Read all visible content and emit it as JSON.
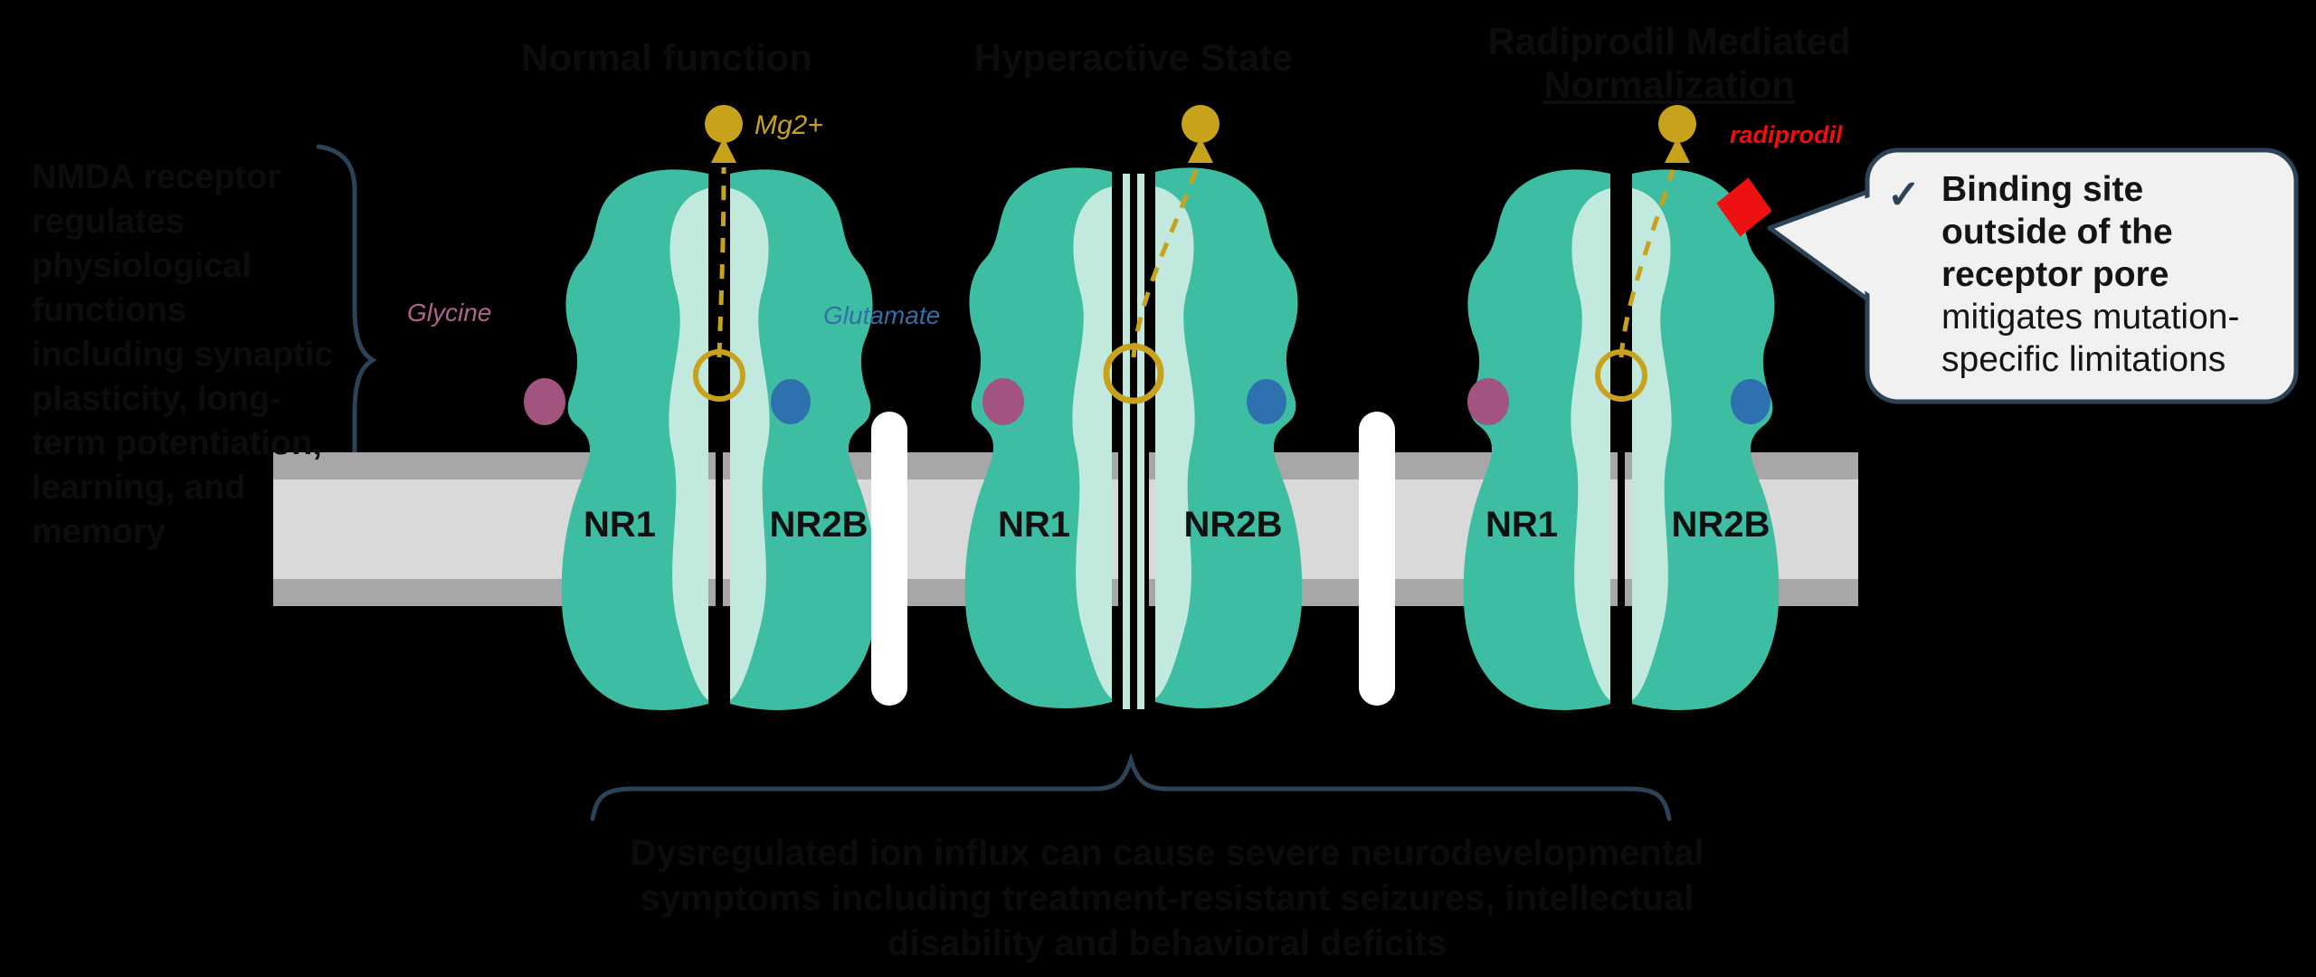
{
  "panel_headings": {
    "panel1": "Normal function",
    "panel2": "Hyperactive State",
    "panel3_line1": "Radiprodil Mediated",
    "panel3_line2": "Normalization"
  },
  "left_note": {
    "lines": [
      "NMDA receptor",
      "regulates",
      "physiological",
      "functions",
      "including synaptic",
      "plasticity, long-",
      "term potentiation,",
      "learning, and",
      "memory"
    ]
  },
  "bottom_note": {
    "lines": [
      "Dysregulated ion influx can cause severe neurodevelopmental",
      "symptoms including treatment-resistant seizures, intellectual",
      "disability and behavioral deficits"
    ]
  },
  "receptor_labels": {
    "nr1": "NR1",
    "nr2b": "NR2B"
  },
  "ligand_labels": {
    "mg": "Mg2+",
    "glycine": "Glycine",
    "glutamate": "Glutamate"
  },
  "drug": {
    "name": "radiprodil"
  },
  "callout": {
    "checkmark": "✓",
    "bold_lines": [
      "Binding site",
      "outside of the",
      "receptor pore"
    ],
    "regular_lines": [
      "mitigates mutation-",
      "specific limitations"
    ]
  },
  "colors": {
    "background": "#000000",
    "receptor_teal": "#3dbda2",
    "receptor_mint": "#c2e9de",
    "membrane_light": "#d9d9d9",
    "membrane_dark": "#a7a7a7",
    "gold": "#c9a21c",
    "glycine_plum": "#a2547e",
    "glutamate_blue": "#2d71ae",
    "navy": "#2c4257",
    "radiprodil_red": "#f20d0d",
    "diamond_red": "#ee1111",
    "callout_bg": "#f1f1f1",
    "hidden_text": "#0d0d0d"
  }
}
